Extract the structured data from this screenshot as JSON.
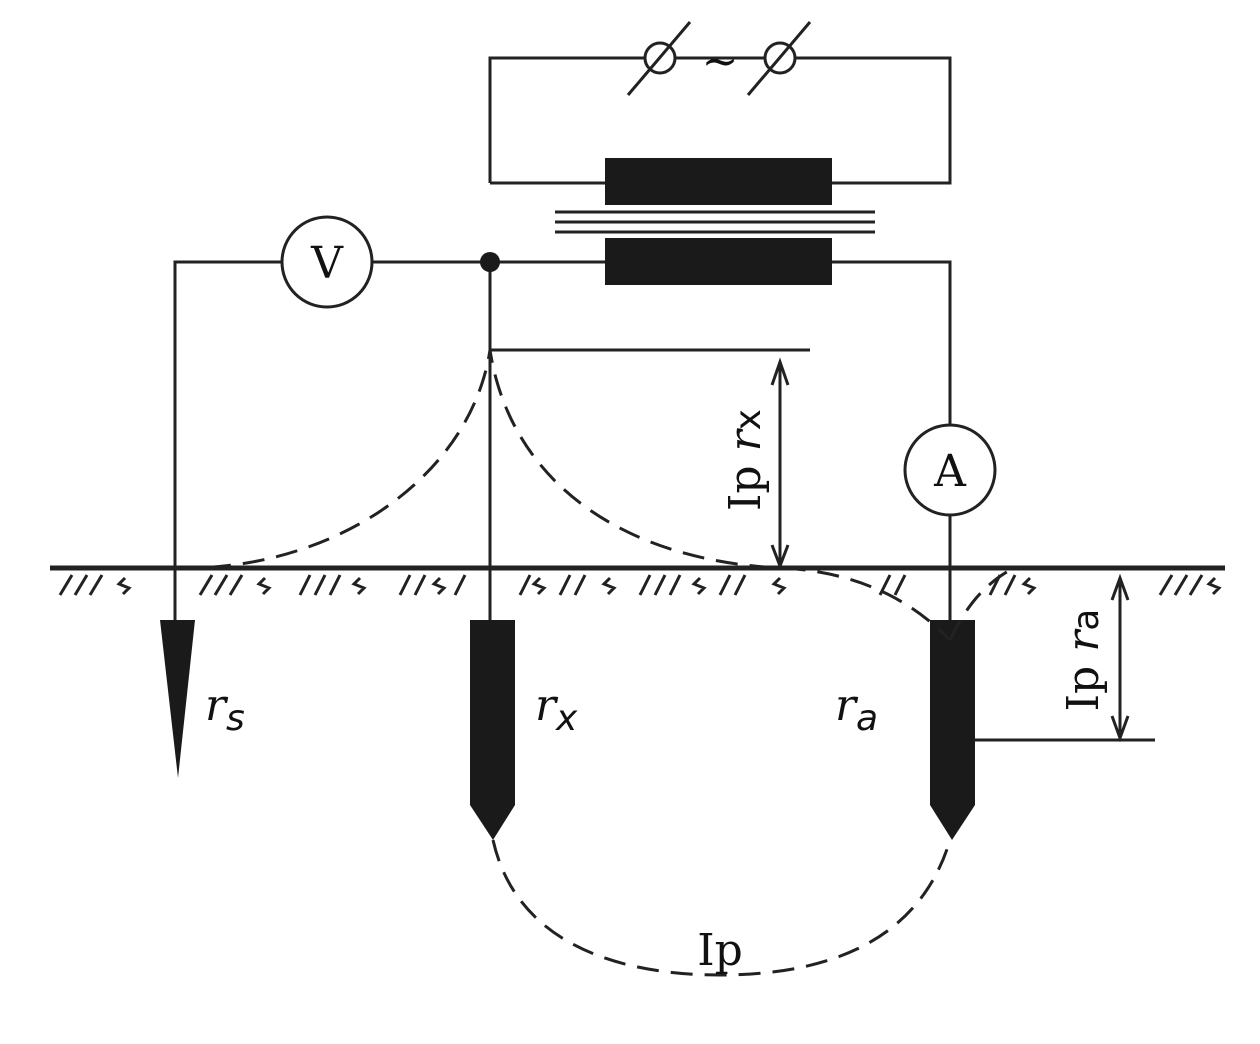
{
  "source": {
    "symbol": "~"
  },
  "voltmeter": {
    "label": "V"
  },
  "ammeter": {
    "label": "A"
  },
  "electrodes": [
    {
      "name": "r",
      "sub": "s"
    },
    {
      "name": "r",
      "sub": "x"
    },
    {
      "name": "r",
      "sub": "a"
    }
  ],
  "current": {
    "label": "Ip"
  },
  "drops": {
    "x": {
      "current": "Ip",
      "r": "r",
      "sub": "x"
    },
    "a": {
      "current": "Ip",
      "r": "r",
      "sub": "a"
    }
  }
}
